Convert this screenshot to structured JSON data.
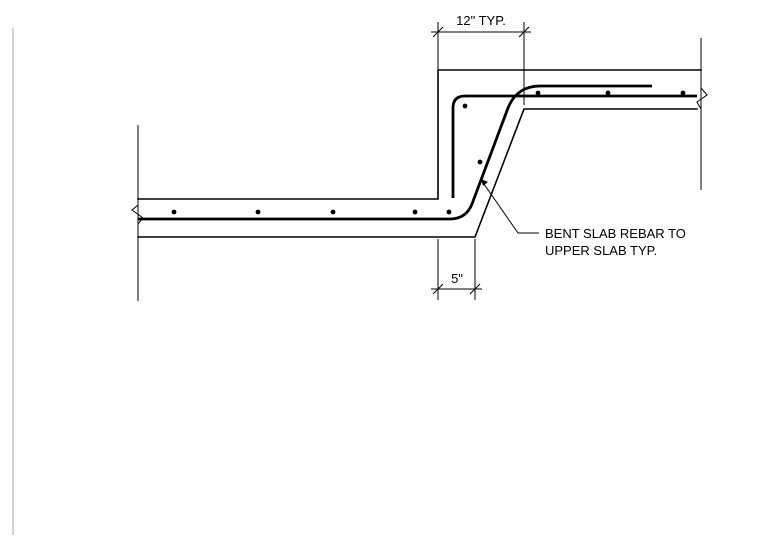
{
  "dimensions": {
    "top": "12\" TYP.",
    "bottom": "5\""
  },
  "callout": {
    "line1": "BENT SLAB REBAR TO",
    "line2": "UPPER SLAB TYP."
  }
}
